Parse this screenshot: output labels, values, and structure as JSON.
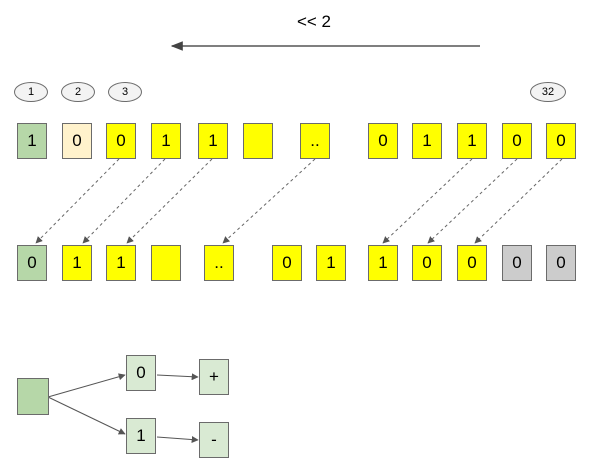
{
  "title": "<< 2",
  "positions": [
    "1",
    "2",
    "3",
    "32"
  ],
  "top_row": [
    "1",
    "0",
    "0",
    "1",
    "1",
    "",
    "..",
    "0",
    "1",
    "1",
    "0",
    "0"
  ],
  "bottom_row": [
    "0",
    "1",
    "1",
    "",
    "..",
    "0",
    "1",
    "1",
    "0",
    "0",
    "0",
    "0"
  ],
  "sign_tree": {
    "root": "",
    "branch_0": "0",
    "branch_1": "1",
    "result_0": "+",
    "result_1": "-"
  },
  "colors": {
    "sign_bit": "#b6d7a8",
    "dropped_bit": "#fff2cc",
    "value_bit": "#ffff00",
    "filled_zero": "#cccccc",
    "tree_node": "#d9ead3"
  }
}
